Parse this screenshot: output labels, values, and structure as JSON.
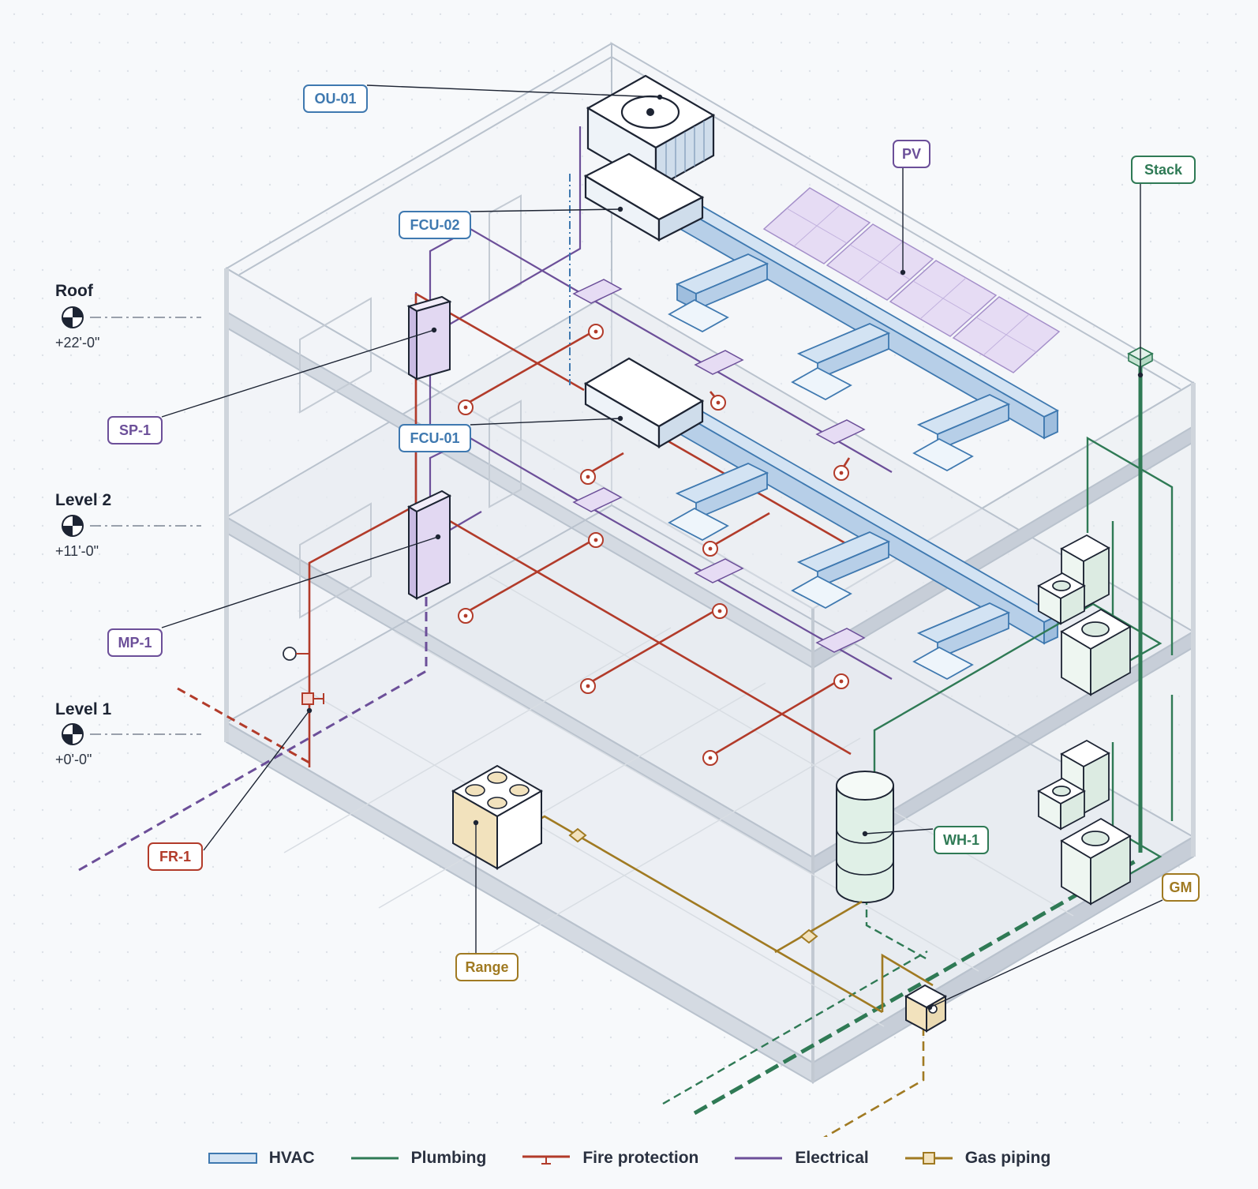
{
  "levels": [
    {
      "name": "Roof",
      "elevation": "+22'-0\""
    },
    {
      "name": "Level 2",
      "elevation": "+11'-0\""
    },
    {
      "name": "Level 1",
      "elevation": "+0'-0\""
    }
  ],
  "tags": {
    "ou01": "OU-01",
    "fcu02": "FCU-02",
    "fcu01": "FCU-01",
    "sp1": "SP-1",
    "mp1": "MP-1",
    "fr1": "FR-1",
    "pv": "PV",
    "stack": "Stack",
    "wh1": "WH-1",
    "gm": "GM",
    "range": "Range"
  },
  "legend": [
    {
      "label": "HVAC",
      "system": "hvac"
    },
    {
      "label": "Plumbing",
      "system": "plumbing"
    },
    {
      "label": "Fire protection",
      "system": "fire"
    },
    {
      "label": "Electrical",
      "system": "electrical"
    },
    {
      "label": "Gas piping",
      "system": "gas"
    }
  ],
  "colors": {
    "hvac": "#3f79b0",
    "hvac_fill": "#d3e3f3",
    "plumbing": "#2f7a55",
    "fire": "#b23b2a",
    "electrical": "#6c4f99",
    "gas": "#a07a22",
    "building": "#b9c2cd"
  }
}
